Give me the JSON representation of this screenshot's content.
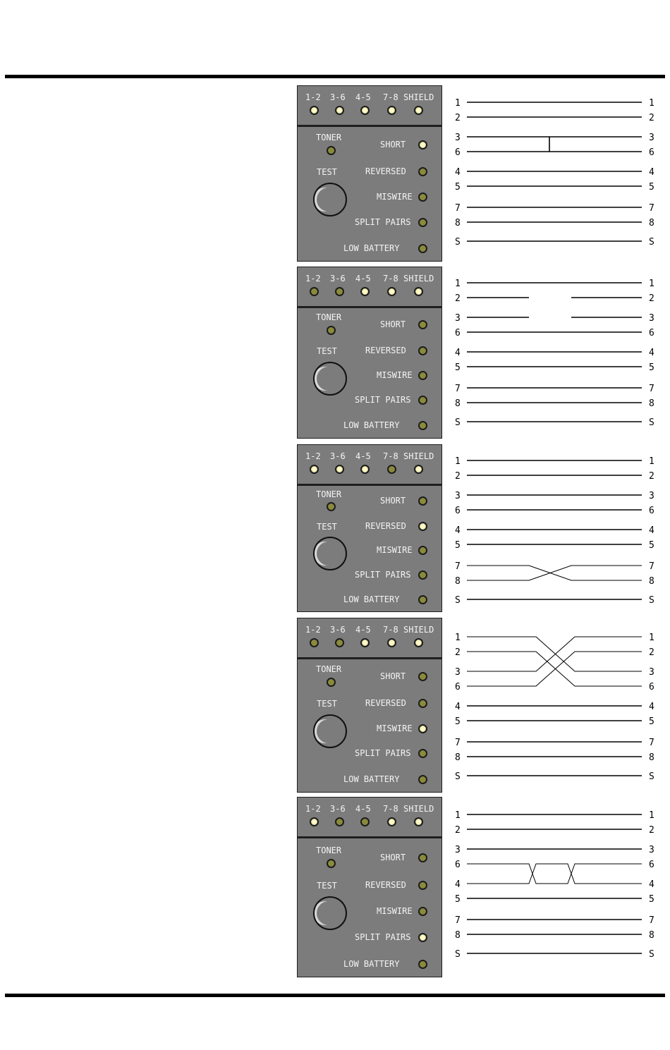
{
  "channel_labels": [
    "1-2",
    "3-6",
    "4-5",
    "7-8",
    "SHIELD"
  ],
  "toner_label": "TONER",
  "test_label": "TEST",
  "status_labels": {
    "short": "SHORT",
    "reversed": "REVERSED",
    "miswire": "MISWIRE",
    "split": "SPLIT PAIRS",
    "battery": "LOW BATTERY"
  },
  "pin_labels": [
    "1",
    "2",
    "3",
    "6",
    "4",
    "5",
    "7",
    "8",
    "S"
  ],
  "panels": [
    {
      "condition": "short",
      "channel_leds": [
        true,
        true,
        true,
        true,
        true
      ],
      "toner_led": false,
      "status_leds": {
        "short": true,
        "reversed": false,
        "miswire": false,
        "split": false,
        "battery": false
      }
    },
    {
      "condition": "open",
      "channel_leds": [
        false,
        false,
        true,
        true,
        true
      ],
      "toner_led": false,
      "status_leds": {
        "short": false,
        "reversed": false,
        "miswire": false,
        "split": false,
        "battery": false
      }
    },
    {
      "condition": "reversed",
      "channel_leds": [
        true,
        true,
        true,
        false,
        true
      ],
      "toner_led": false,
      "status_leds": {
        "short": false,
        "reversed": true,
        "miswire": false,
        "split": false,
        "battery": false
      }
    },
    {
      "condition": "miswire",
      "channel_leds": [
        false,
        false,
        true,
        true,
        true
      ],
      "toner_led": false,
      "status_leds": {
        "short": false,
        "reversed": false,
        "miswire": true,
        "split": false,
        "battery": false
      }
    },
    {
      "condition": "split",
      "channel_leds": [
        true,
        false,
        false,
        true,
        true
      ],
      "toner_led": false,
      "status_leds": {
        "short": false,
        "reversed": false,
        "miswire": false,
        "split": true,
        "battery": false
      }
    }
  ]
}
